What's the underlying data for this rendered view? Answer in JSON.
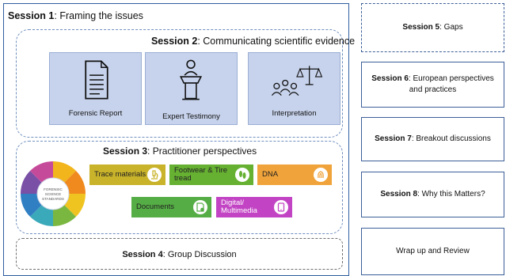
{
  "session1": {
    "bold": "Session 1",
    "rest": ": Framing the issues"
  },
  "session2": {
    "bold": "Session 2",
    "rest": ": Communicating scientific evidence",
    "cards": [
      {
        "label": "Forensic Report",
        "icon": "document-icon"
      },
      {
        "label": "Expert Testimony",
        "icon": "podium-icon"
      },
      {
        "label": "Interpretation",
        "icon": "people-scales-icon"
      }
    ]
  },
  "session3": {
    "bold": "Session 3",
    "rest": ": Practitioner perspectives",
    "wheel_center": [
      "FORENSIC",
      "SCIENCE",
      "STANDARDS"
    ],
    "pills": [
      {
        "label": "Trace materials",
        "color": "#c9b32a",
        "icon": "microscope-icon"
      },
      {
        "label": "Footwear & Tire tread",
        "color": "#66b032",
        "icon": "footprint-icon"
      },
      {
        "label": "DNA",
        "color": "#f0a33a",
        "icon": "fingerprint-icon"
      },
      {
        "label": "Documents",
        "color": "#55ad45",
        "icon": "document-check-icon"
      },
      {
        "label": "Digital/ Multimedia",
        "color": "#c244c4",
        "icon": "tablet-icon"
      }
    ]
  },
  "session4": {
    "bold": "Session 4",
    "rest": ": Group Discussion"
  },
  "right": [
    {
      "bold": "Session 5",
      "rest": ": Gaps"
    },
    {
      "bold": "Session 6",
      "rest": ": European perspectives and practices"
    },
    {
      "bold": "Session 7",
      "rest": ": Breakout discussions"
    },
    {
      "bold": "Session 8",
      "rest": ": Why this Matters?"
    },
    {
      "bold": "",
      "rest": "Wrap up and Review"
    }
  ]
}
